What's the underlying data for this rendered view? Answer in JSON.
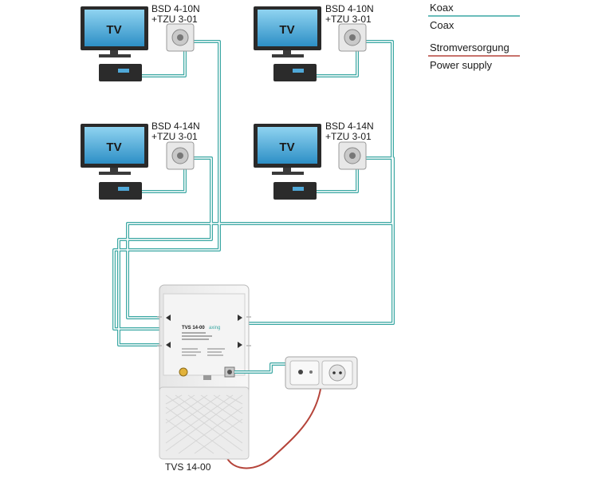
{
  "tv_label": "TV",
  "stations": [
    {
      "label_line1": "BSD 4-10N",
      "label_line2": "+TZU 3-01"
    },
    {
      "label_line1": "BSD 4-10N",
      "label_line2": "+TZU 3-01"
    },
    {
      "label_line1": "BSD 4-14N",
      "label_line2": "+TZU 3-01"
    },
    {
      "label_line1": "BSD 4-14N",
      "label_line2": "+TZU 3-01"
    }
  ],
  "legend": {
    "coax_de": "Koax",
    "coax_en": "Coax",
    "power_de": "Stromversorgung",
    "power_en": "Power supply",
    "coax_color": "#3aa7a3",
    "power_color": "#b5443a"
  },
  "amplifier": {
    "model": "TVS 14-00",
    "brand": "axing",
    "caption": "TVS 14-00"
  }
}
